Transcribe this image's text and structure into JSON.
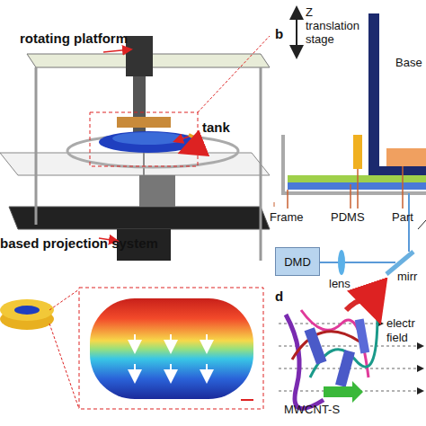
{
  "diagram": {
    "nodes": [
      {
        "text": [
          "DMD"
        ]
      }
    ],
    "labels": [
      "rotating platform",
      "tank",
      "based projection system",
      "b",
      "Z translation stage",
      "Base",
      "Frame",
      "PDMS",
      "Part",
      "lens",
      "mirr",
      "d",
      "MWCNT-S",
      "electr",
      "field"
    ]
  }
}
